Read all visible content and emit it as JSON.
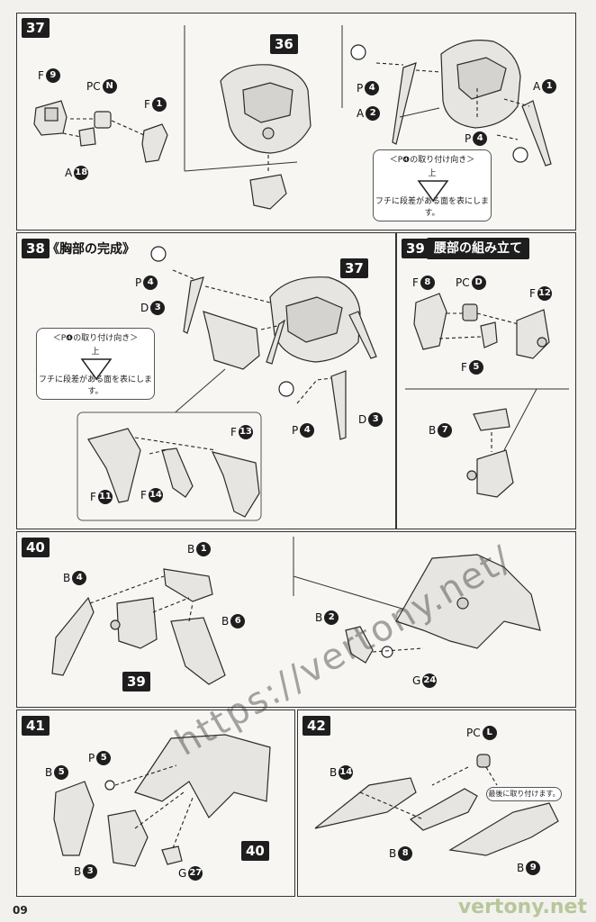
{
  "page": {
    "number": "09",
    "watermark": "https://vertony.net/",
    "brand": "vertony.net"
  },
  "step37": {
    "badge": "37",
    "sub_badge": "36",
    "labels": {
      "f9_letter": "F",
      "f9_num": "9",
      "pcn_letter": "PC",
      "pcn_num": "N",
      "f1_letter": "F",
      "f1_num": "1",
      "a18_letter": "A",
      "a18_num": "18",
      "p4a_letter": "P",
      "p4a_num": "4",
      "a2_letter": "A",
      "a2_num": "2",
      "a1_letter": "A",
      "a1_num": "1",
      "p4b_letter": "P",
      "p4b_num": "4"
    },
    "note": {
      "caption": "＜P❹の取り付け向き＞",
      "up": "上",
      "footer": "フチに段差がある面を表にします。"
    }
  },
  "step38": {
    "badge": "38",
    "title": "《胸部の完成》",
    "sub_badge": "37",
    "labels": {
      "p4a_letter": "P",
      "p4a_num": "4",
      "d3a_letter": "D",
      "d3a_num": "3",
      "p4b_letter": "P",
      "p4b_num": "4",
      "d3b_letter": "D",
      "d3b_num": "3",
      "f13_letter": "F",
      "f13_num": "13",
      "f11_letter": "F",
      "f11_num": "11",
      "f14_letter": "F",
      "f14_num": "14"
    },
    "note": {
      "caption": "＜P❹の取り付け向き＞",
      "up": "上",
      "footer": "フチに段差がある面を表にします。"
    }
  },
  "step39": {
    "badge": "39",
    "title": "腰部の組み立て",
    "labels": {
      "f8_letter": "F",
      "f8_num": "8",
      "pcd_letter": "PC",
      "pcd_num": "D",
      "f12_letter": "F",
      "f12_num": "12",
      "f5_letter": "F",
      "f5_num": "5",
      "b7_letter": "B",
      "b7_num": "7"
    }
  },
  "step40": {
    "badge": "40",
    "sub_badge": "39",
    "labels": {
      "b1_letter": "B",
      "b1_num": "1",
      "b4_letter": "B",
      "b4_num": "4",
      "b6_letter": "B",
      "b6_num": "6",
      "b2_letter": "B",
      "b2_num": "2",
      "g24_letter": "G",
      "g24_num": "24"
    }
  },
  "step41": {
    "badge": "41",
    "sub_badge": "40",
    "labels": {
      "p5_letter": "P",
      "p5_num": "5",
      "b5_letter": "B",
      "b5_num": "5",
      "b3_letter": "B",
      "b3_num": "3",
      "g27_letter": "G",
      "g27_num": "27"
    }
  },
  "step42": {
    "badge": "42",
    "labels": {
      "pcl_letter": "PC",
      "pcl_num": "L",
      "b14_letter": "B",
      "b14_num": "14",
      "b8_letter": "B",
      "b8_num": "8",
      "b9_letter": "B",
      "b9_num": "9"
    },
    "note": "最後に取り付けます。"
  }
}
